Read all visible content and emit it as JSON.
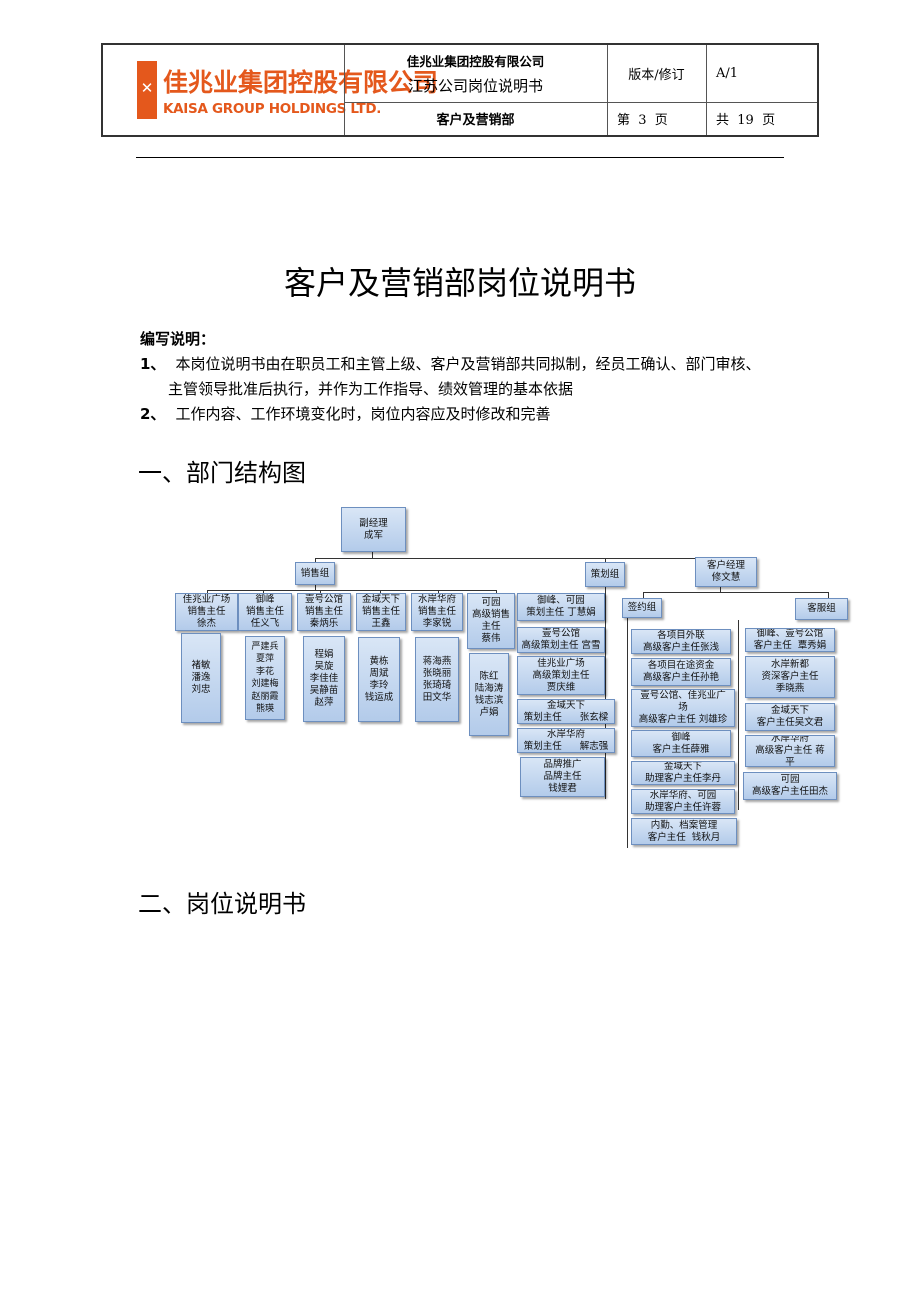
{
  "header": {
    "logo_cn": "佳兆业集团控股有限公司",
    "logo_en": "KAISA GROUP HOLDINGS LTD.",
    "company": "佳兆业集团控股有限公司",
    "doc_name": "江苏公司岗位说明书",
    "version_label": "版本/修订",
    "version_value": "A/1",
    "department": "客户及营销部",
    "page_current": "第  3  页",
    "page_total": "共  19  页"
  },
  "title": "客户及营销部岗位说明书",
  "notes": {
    "heading": "编写说明：",
    "items": [
      {
        "num": "1、",
        "line1": "本岗位说明书由在职员工和主管上级、客户及营销部共同拟制，经员工确认、部门审核、",
        "line2": "主管领导批准后执行，并作为工作指导、绩效管理的基本依据"
      },
      {
        "num": "2、",
        "line1": "工作内容、工作环境变化时，岗位内容应及时修改和完善"
      }
    ]
  },
  "sections": {
    "s1": "一、部门结构图",
    "s2": "二、岗位说明书"
  },
  "org": {
    "root": [
      "副经理",
      "成军"
    ],
    "sales": "销售组",
    "planning": "策划组",
    "cs_manager": [
      "客户经理",
      "修文慧"
    ],
    "sales_leads": [
      [
        "佳兆业广场",
        "销售主任",
        "徐杰"
      ],
      [
        "御峰",
        "销售主任",
        "任义飞"
      ],
      [
        "壹号公馆",
        "销售主任",
        "秦炳乐"
      ],
      [
        "金域天下",
        "销售主任",
        "王鑫"
      ],
      [
        "水岸华府",
        "销售主任",
        "李家锐"
      ],
      [
        "可园",
        "高级销售",
        "主任",
        "蔡伟"
      ]
    ],
    "sales_staff": [
      [
        "褚敏",
        "潘逸",
        "刘忠"
      ],
      [
        "严建兵",
        "夏萍",
        "李花",
        "刘建梅",
        "赵丽霞",
        "熊瑛"
      ],
      [
        "程娟",
        "吴旋",
        "李佳佳",
        "吴静苗",
        "赵萍"
      ],
      [
        "黄栋",
        "周斌",
        "李玲",
        "钱运成"
      ],
      [
        "蒋海燕",
        "张晓丽",
        "张琦琦",
        "田文华"
      ],
      [
        "陈红",
        "陆海涛",
        "钱志滨",
        "卢娟"
      ]
    ],
    "planning_staff": [
      [
        "御峰、可园",
        "策划主任  丁慧娟"
      ],
      [
        "壹号公馆",
        "高级策划主任  宫雪"
      ],
      [
        "佳兆业广场",
        "高级策划主任",
        "贾庆维"
      ],
      [
        "金域天下",
        "策划主任      张玄樑"
      ],
      [
        "水岸华府",
        "策划主任      解志强"
      ],
      [
        "品牌推广",
        "品牌主任",
        "钱娌君"
      ]
    ],
    "signing": "签约组",
    "service": "客服组",
    "signing_staff": [
      [
        "各项目外联",
        "高级客户主任张浅"
      ],
      [
        "各项目在途资金",
        "高级客户主任孙艳"
      ],
      [
        "壹号公馆、佳兆业广",
        "场",
        "高级客户主任  刘雄珍"
      ],
      [
        "御峰",
        "客户主任薛雅"
      ],
      [
        "金域天下",
        "助理客户主任李丹"
      ],
      [
        "水岸华府、可园",
        "助理客户主任许蓉"
      ],
      [
        "内勤、档案管理",
        "客户主任  钱秋月"
      ]
    ],
    "service_staff": [
      [
        "御峰、壹号公馆",
        "客户主任  覃秀娟"
      ],
      [
        "水岸新都",
        "资深客户主任",
        "季晓燕"
      ],
      [
        "金域天下",
        "客户主任吴文君"
      ],
      [
        "水岸华府",
        "高级客户主任 蒋",
        "平"
      ],
      [
        "可园",
        "高级客户主任田杰"
      ]
    ]
  }
}
